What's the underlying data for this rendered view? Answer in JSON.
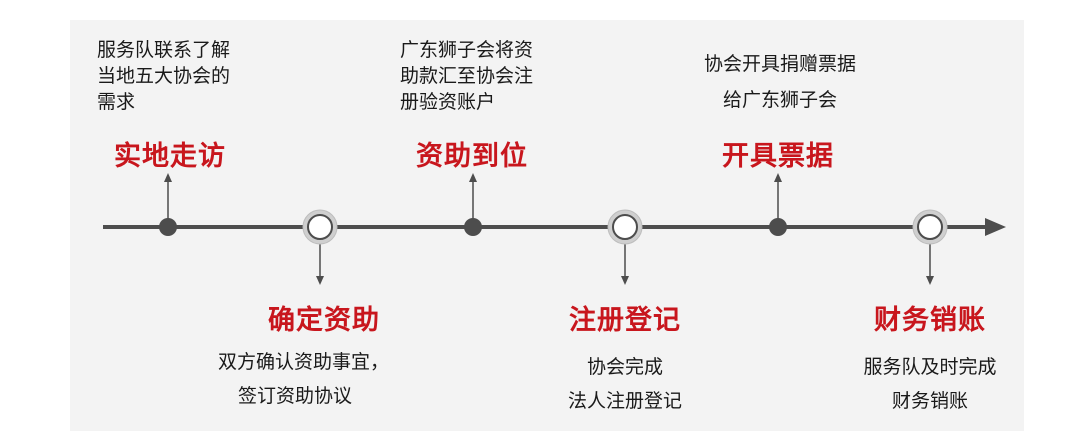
{
  "colors": {
    "accent": "#c8161d",
    "line": "#4d4d4d",
    "panel": "#f3f3f3"
  },
  "steps": [
    {
      "title": "实地走访",
      "lines": [
        "服务队联系了解",
        "当地五大协会的",
        "需求"
      ],
      "marker": "filled-dot",
      "side": "top"
    },
    {
      "title": "确定资助",
      "lines": [
        "双方确认资助事宜，",
        "签订资助协议"
      ],
      "marker": "hollow-circle",
      "side": "bottom"
    },
    {
      "title": "资助到位",
      "lines": [
        "广东狮子会将资",
        "助款汇至协会注",
        "册验资账户"
      ],
      "marker": "filled-dot",
      "side": "top"
    },
    {
      "title": "注册登记",
      "lines": [
        "协会完成",
        "法人注册登记"
      ],
      "marker": "hollow-circle",
      "side": "bottom"
    },
    {
      "title": "开具票据",
      "lines": [
        "协会开具捐赠票据",
        "给广东狮子会"
      ],
      "marker": "filled-dot",
      "side": "top"
    },
    {
      "title": "财务销账",
      "lines": [
        "服务队及时完成",
        "财务销账"
      ],
      "marker": "hollow-circle",
      "side": "bottom"
    }
  ]
}
